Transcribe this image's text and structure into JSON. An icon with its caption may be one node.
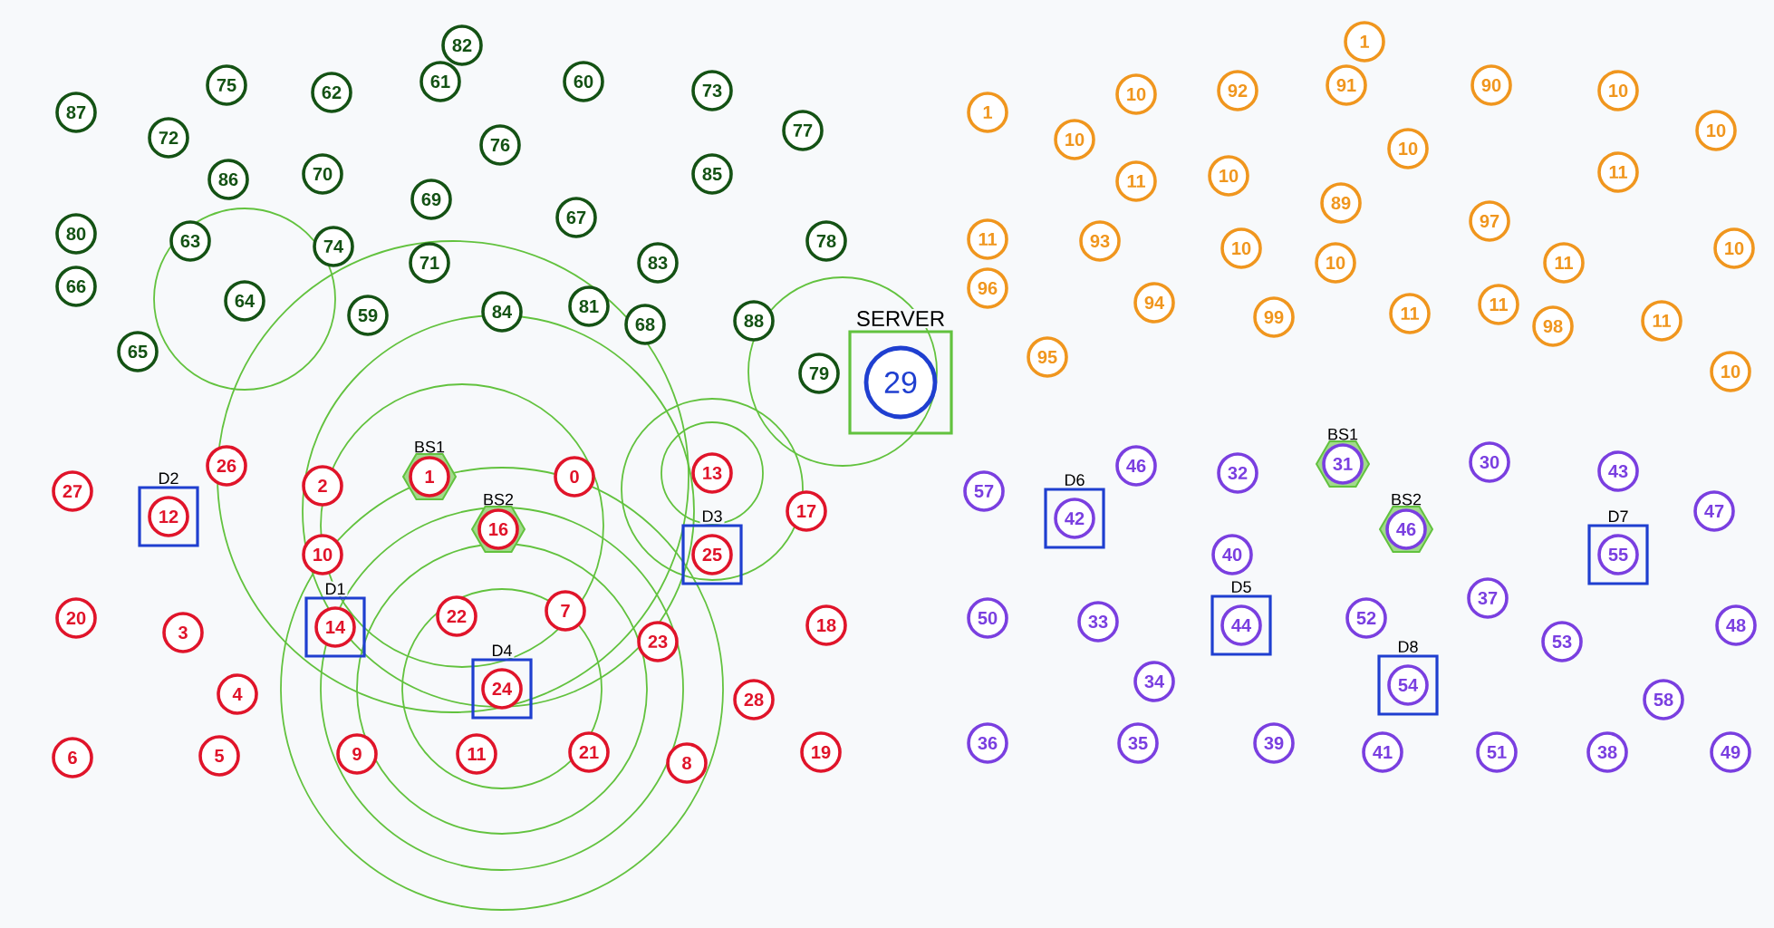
{
  "diagram": {
    "nodes": [
      {
        "text": [
          "87"
        ]
      },
      {
        "text": [
          "75"
        ]
      },
      {
        "text": [
          "62"
        ]
      },
      {
        "text": [
          "82"
        ]
      },
      {
        "text": [
          "61"
        ]
      },
      {
        "text": [
          "60"
        ]
      },
      {
        "text": [
          "73"
        ]
      },
      {
        "text": [
          "77"
        ]
      },
      {
        "text": [
          "72"
        ]
      },
      {
        "text": [
          "76"
        ]
      },
      {
        "text": [
          "86"
        ]
      },
      {
        "text": [
          "70"
        ]
      },
      {
        "text": [
          "69"
        ]
      },
      {
        "text": [
          "85"
        ]
      },
      {
        "text": [
          "67"
        ]
      },
      {
        "text": [
          "80"
        ]
      },
      {
        "text": [
          "63"
        ]
      },
      {
        "text": [
          "74"
        ]
      },
      {
        "text": [
          "71"
        ]
      },
      {
        "text": [
          "83"
        ]
      },
      {
        "text": [
          "78"
        ]
      },
      {
        "text": [
          "66"
        ]
      },
      {
        "text": [
          "64"
        ]
      },
      {
        "text": [
          "59"
        ]
      },
      {
        "text": [
          "84"
        ]
      },
      {
        "text": [
          "81"
        ]
      },
      {
        "text": [
          "68"
        ]
      },
      {
        "text": [
          "88"
        ]
      },
      {
        "text": [
          "65"
        ]
      },
      {
        "text": [
          "79"
        ]
      },
      {
        "text": [
          "SERVER"
        ]
      },
      {
        "text": [
          "29"
        ],
        "in": 30
      },
      {
        "text": [
          "1"
        ]
      },
      {
        "text": [
          "10"
        ]
      },
      {
        "text": [
          "92"
        ]
      },
      {
        "text": [
          "91"
        ]
      },
      {
        "text": [
          "90"
        ]
      },
      {
        "text": [
          "10"
        ]
      },
      {
        "text": [
          "1"
        ]
      },
      {
        "text": [
          "10"
        ]
      },
      {
        "text": [
          "10"
        ]
      },
      {
        "text": [
          "10"
        ]
      },
      {
        "text": [
          "11"
        ]
      },
      {
        "text": [
          "10"
        ]
      },
      {
        "text": [
          "11"
        ]
      },
      {
        "text": [
          "89"
        ]
      },
      {
        "text": [
          "97"
        ]
      },
      {
        "text": [
          "11"
        ]
      },
      {
        "text": [
          "93"
        ]
      },
      {
        "text": [
          "10"
        ]
      },
      {
        "text": [
          "10"
        ]
      },
      {
        "text": [
          "11"
        ]
      },
      {
        "text": [
          "10"
        ]
      },
      {
        "text": [
          "96"
        ]
      },
      {
        "text": [
          "94"
        ]
      },
      {
        "text": [
          "99"
        ]
      },
      {
        "text": [
          "11"
        ]
      },
      {
        "text": [
          "11"
        ]
      },
      {
        "text": [
          "98"
        ]
      },
      {
        "text": [
          "11"
        ]
      },
      {
        "text": [
          "95"
        ]
      },
      {
        "text": [
          "10"
        ]
      },
      {
        "text": [
          "27"
        ]
      },
      {
        "text": [
          "D2"
        ]
      },
      {
        "text": [
          "12"
        ],
        "in": 63
      },
      {
        "text": [
          "26"
        ]
      },
      {
        "text": [
          "2"
        ]
      },
      {
        "text": [
          "BS1"
        ]
      },
      {
        "text": [
          "1"
        ],
        "in": 67
      },
      {
        "text": [
          "0"
        ]
      },
      {
        "text": [
          "13"
        ]
      },
      {
        "text": [
          "BS2"
        ]
      },
      {
        "text": [
          "16"
        ],
        "in": 71
      },
      {
        "text": [
          "17"
        ]
      },
      {
        "text": [
          "D3"
        ]
      },
      {
        "text": [
          "25"
        ],
        "in": 74
      },
      {
        "text": [
          "10"
        ]
      },
      {
        "text": [
          "20"
        ]
      },
      {
        "text": [
          "3"
        ]
      },
      {
        "text": [
          "D1"
        ]
      },
      {
        "text": [
          "14"
        ],
        "in": 79
      },
      {
        "text": [
          "22"
        ]
      },
      {
        "text": [
          "7"
        ]
      },
      {
        "text": [
          "23"
        ]
      },
      {
        "text": [
          "18"
        ]
      },
      {
        "text": [
          "4"
        ]
      },
      {
        "text": [
          "D4"
        ]
      },
      {
        "text": [
          "24"
        ],
        "in": 86
      },
      {
        "text": [
          "28"
        ]
      },
      {
        "text": [
          "6"
        ]
      },
      {
        "text": [
          "5"
        ]
      },
      {
        "text": [
          "9"
        ]
      },
      {
        "text": [
          "11"
        ]
      },
      {
        "text": [
          "21"
        ]
      },
      {
        "text": [
          "8"
        ]
      },
      {
        "text": [
          "19"
        ]
      },
      {
        "text": [
          "57"
        ]
      },
      {
        "text": [
          "D6"
        ]
      },
      {
        "text": [
          "42"
        ],
        "in": 97
      },
      {
        "text": [
          "46"
        ]
      },
      {
        "text": [
          "32"
        ]
      },
      {
        "text": [
          "BS1"
        ]
      },
      {
        "text": [
          "31"
        ],
        "in": 101
      },
      {
        "text": [
          "30"
        ]
      },
      {
        "text": [
          "43"
        ]
      },
      {
        "text": [
          "BS2"
        ]
      },
      {
        "text": [
          "46"
        ],
        "in": 105
      },
      {
        "text": [
          "47"
        ]
      },
      {
        "text": [
          "40"
        ]
      },
      {
        "text": [
          "D7"
        ]
      },
      {
        "text": [
          "55"
        ],
        "in": 109
      },
      {
        "text": [
          "50"
        ]
      },
      {
        "text": [
          "33"
        ]
      },
      {
        "text": [
          "D5"
        ]
      },
      {
        "text": [
          "44"
        ],
        "in": 113
      },
      {
        "text": [
          "52"
        ]
      },
      {
        "text": [
          "37"
        ]
      },
      {
        "text": [
          "53"
        ]
      },
      {
        "text": [
          "48"
        ]
      },
      {
        "text": [
          "34"
        ]
      },
      {
        "text": [
          "D8"
        ]
      },
      {
        "text": [
          "54"
        ],
        "in": 120
      },
      {
        "text": [
          "58"
        ]
      },
      {
        "text": [
          "36"
        ]
      },
      {
        "text": [
          "35"
        ]
      },
      {
        "text": [
          "39"
        ]
      },
      {
        "text": [
          "41"
        ]
      },
      {
        "text": [
          "51"
        ]
      },
      {
        "text": [
          "38"
        ]
      },
      {
        "text": [
          "49"
        ]
      }
    ]
  }
}
